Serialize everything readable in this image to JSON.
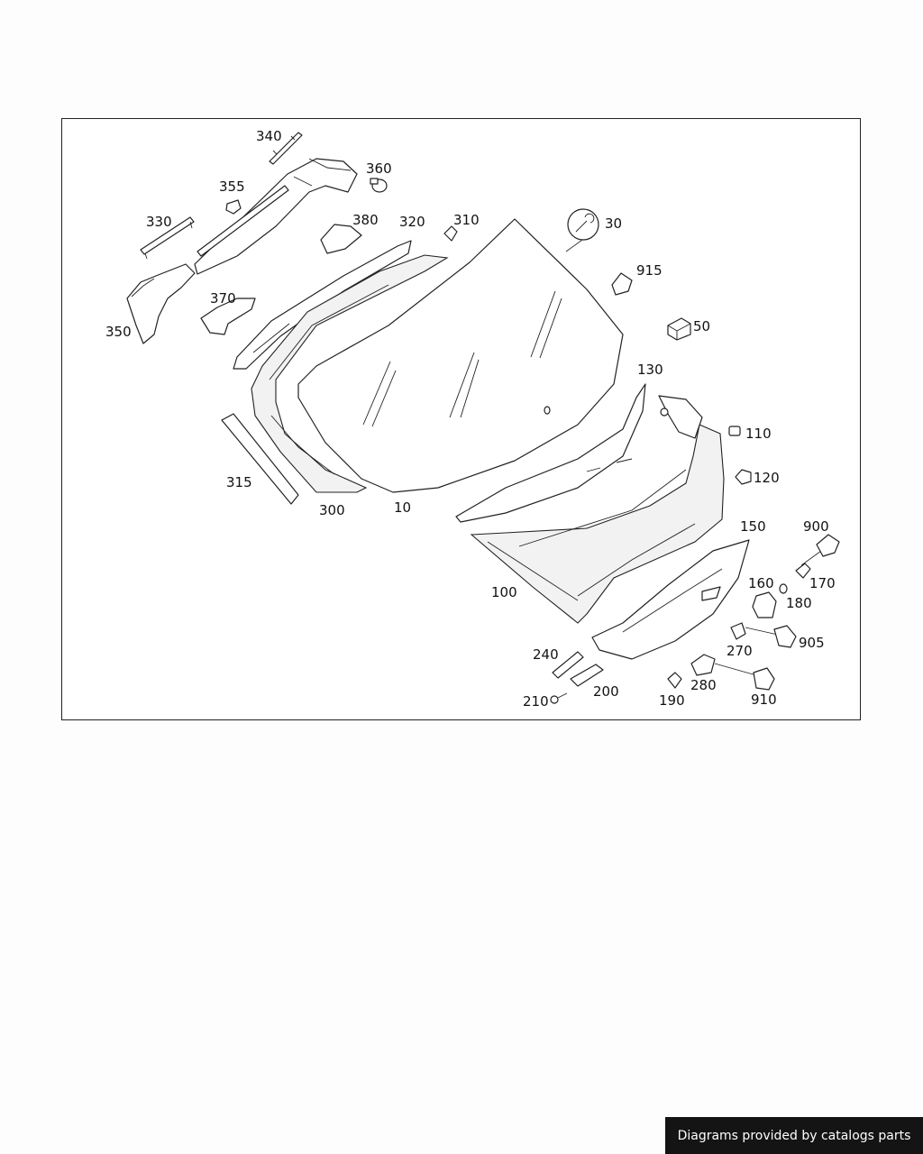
{
  "diagram": {
    "callouts": [
      {
        "id": "340",
        "label": "340"
      },
      {
        "id": "360",
        "label": "360"
      },
      {
        "id": "355",
        "label": "355"
      },
      {
        "id": "330",
        "label": "330"
      },
      {
        "id": "380",
        "label": "380"
      },
      {
        "id": "320",
        "label": "320"
      },
      {
        "id": "310",
        "label": "310"
      },
      {
        "id": "30",
        "label": "30"
      },
      {
        "id": "915",
        "label": "915"
      },
      {
        "id": "370",
        "label": "370"
      },
      {
        "id": "350",
        "label": "350"
      },
      {
        "id": "50",
        "label": "50"
      },
      {
        "id": "130",
        "label": "130"
      },
      {
        "id": "110",
        "label": "110"
      },
      {
        "id": "120",
        "label": "120"
      },
      {
        "id": "315",
        "label": "315"
      },
      {
        "id": "300",
        "label": "300"
      },
      {
        "id": "10",
        "label": "10"
      },
      {
        "id": "150",
        "label": "150"
      },
      {
        "id": "900",
        "label": "900"
      },
      {
        "id": "160",
        "label": "160"
      },
      {
        "id": "170",
        "label": "170"
      },
      {
        "id": "100",
        "label": "100"
      },
      {
        "id": "180",
        "label": "180"
      },
      {
        "id": "905",
        "label": "905"
      },
      {
        "id": "270",
        "label": "270"
      },
      {
        "id": "240",
        "label": "240"
      },
      {
        "id": "200",
        "label": "200"
      },
      {
        "id": "280",
        "label": "280"
      },
      {
        "id": "210",
        "label": "210"
      },
      {
        "id": "190",
        "label": "190"
      },
      {
        "id": "910",
        "label": "910"
      }
    ]
  },
  "footer": {
    "text": "Diagrams provided by catalogs parts"
  }
}
